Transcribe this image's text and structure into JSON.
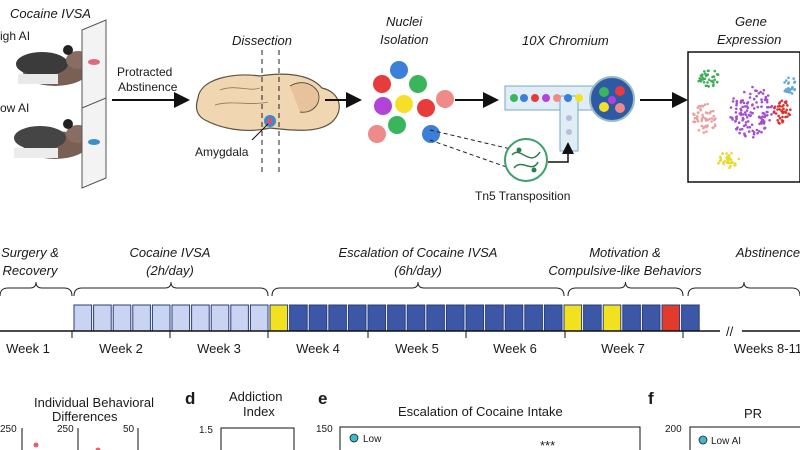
{
  "workflow": {
    "cocaine_ivsa": "Cocaine IVSA",
    "high_ai": "igh AI",
    "low_ai": "ow AI",
    "protracted": "Protracted",
    "abstinence": "Abstinence",
    "dissection": "Dissection",
    "amygdala": "Amygdala",
    "nuclei": "Nuclei",
    "isolation": "Isolation",
    "chromium": "10X Chromium",
    "tn5": "Tn5 Transposition",
    "gene": "Gene",
    "expression": "Expression"
  },
  "timeline": {
    "phases": [
      {
        "line1": "Surgery &",
        "line2": "Recovery"
      },
      {
        "line1": "Cocaine IVSA",
        "line2": "(2h/day)"
      },
      {
        "line1": "Escalation of Cocaine IVSA",
        "line2": "(6h/day)"
      },
      {
        "line1": "Motivation &",
        "line2": "Compulsive-like Behaviors"
      },
      {
        "line1": "Abstinence",
        "line2": ""
      }
    ],
    "weeks": [
      "Week 1",
      "Week 2",
      "Week 3",
      "Week 4",
      "Week 5",
      "Week 6",
      "Week 7",
      "Weeks 8-11"
    ],
    "colors": {
      "light": "#c9d3f2",
      "dark": "#3b57a6",
      "yellow": "#f2e11f",
      "red": "#e23a2b"
    }
  },
  "panels": {
    "c": {
      "title1": "Individual Behavioral",
      "title2": "Differences",
      "t1": "250",
      "t2": "250",
      "t3": "50"
    },
    "d": {
      "letter": "d",
      "title1": "Addiction",
      "title2": "Index",
      "tick": "1.5"
    },
    "e": {
      "letter": "e",
      "title": "Escalation of Cocaine Intake",
      "tick": "150",
      "legend": "Low",
      "sig": "***"
    },
    "f": {
      "letter": "f",
      "title": "PR",
      "tick": "200",
      "legend": "Low AI"
    }
  }
}
